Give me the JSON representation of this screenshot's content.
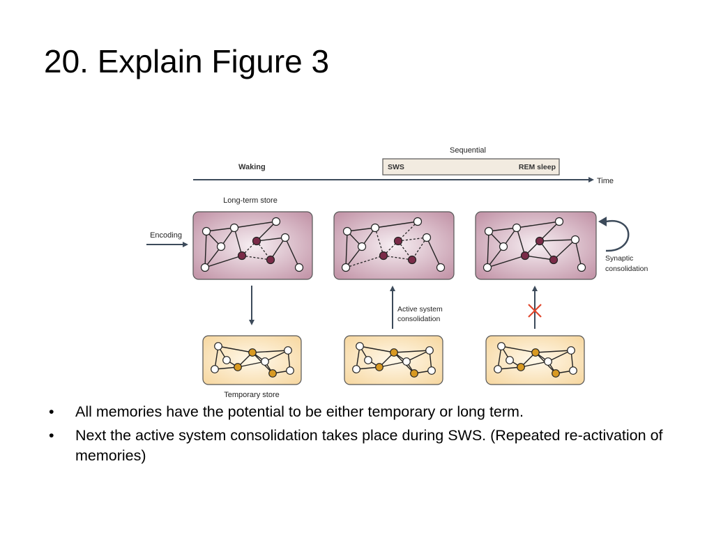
{
  "slide": {
    "title": "20. Explain Figure 3"
  },
  "figure": {
    "labels": {
      "sequential": "Sequential",
      "waking": "Waking",
      "sws": "SWS",
      "rem_sleep": "REM sleep",
      "time": "Time",
      "long_term_store": "Long-term store",
      "encoding": "Encoding",
      "synaptic_line1": "Synaptic",
      "synaptic_line2": "consolidation",
      "active_line1": "Active system",
      "active_line2": "consolidation",
      "temporary_store": "Temporary store"
    },
    "colors": {
      "arrow": "#3c4a5a",
      "long_term_fill": "#c9a0b2",
      "temporary_fill": "#fbe4b8",
      "long_term_node": "#7a2b48",
      "temporary_node": "#d99a22",
      "cross": "#e0452b",
      "sleep_bar": "#f2ebe0"
    }
  },
  "bullets": [
    {
      "marker": "•",
      "text": "All memories have the potential to be either temporary or long term."
    },
    {
      "marker": "•",
      "text": "Next the active system consolidation takes place during SWS.  (Repeated re-activation of memories)"
    }
  ]
}
